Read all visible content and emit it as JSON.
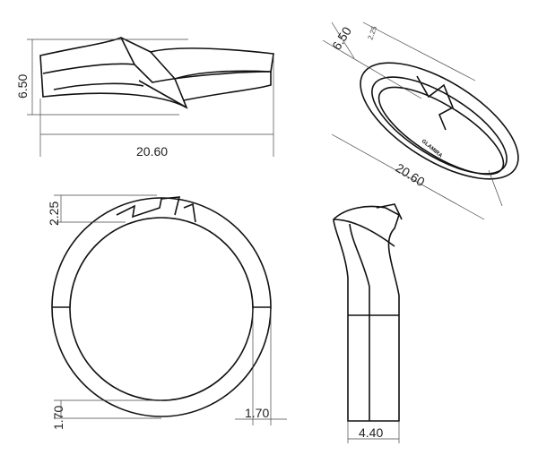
{
  "side_view": {
    "height_label": "6.50",
    "width_label": "20.60"
  },
  "iso_view": {
    "height_label": "6.50",
    "top_label": "2.25",
    "width_label": "20.60",
    "engraving": "GLAMIRA"
  },
  "front_view": {
    "top_label": "2.25",
    "bottom_label": "1.70",
    "side_label": "1.70"
  },
  "profile_view": {
    "width_label": "4.40"
  }
}
